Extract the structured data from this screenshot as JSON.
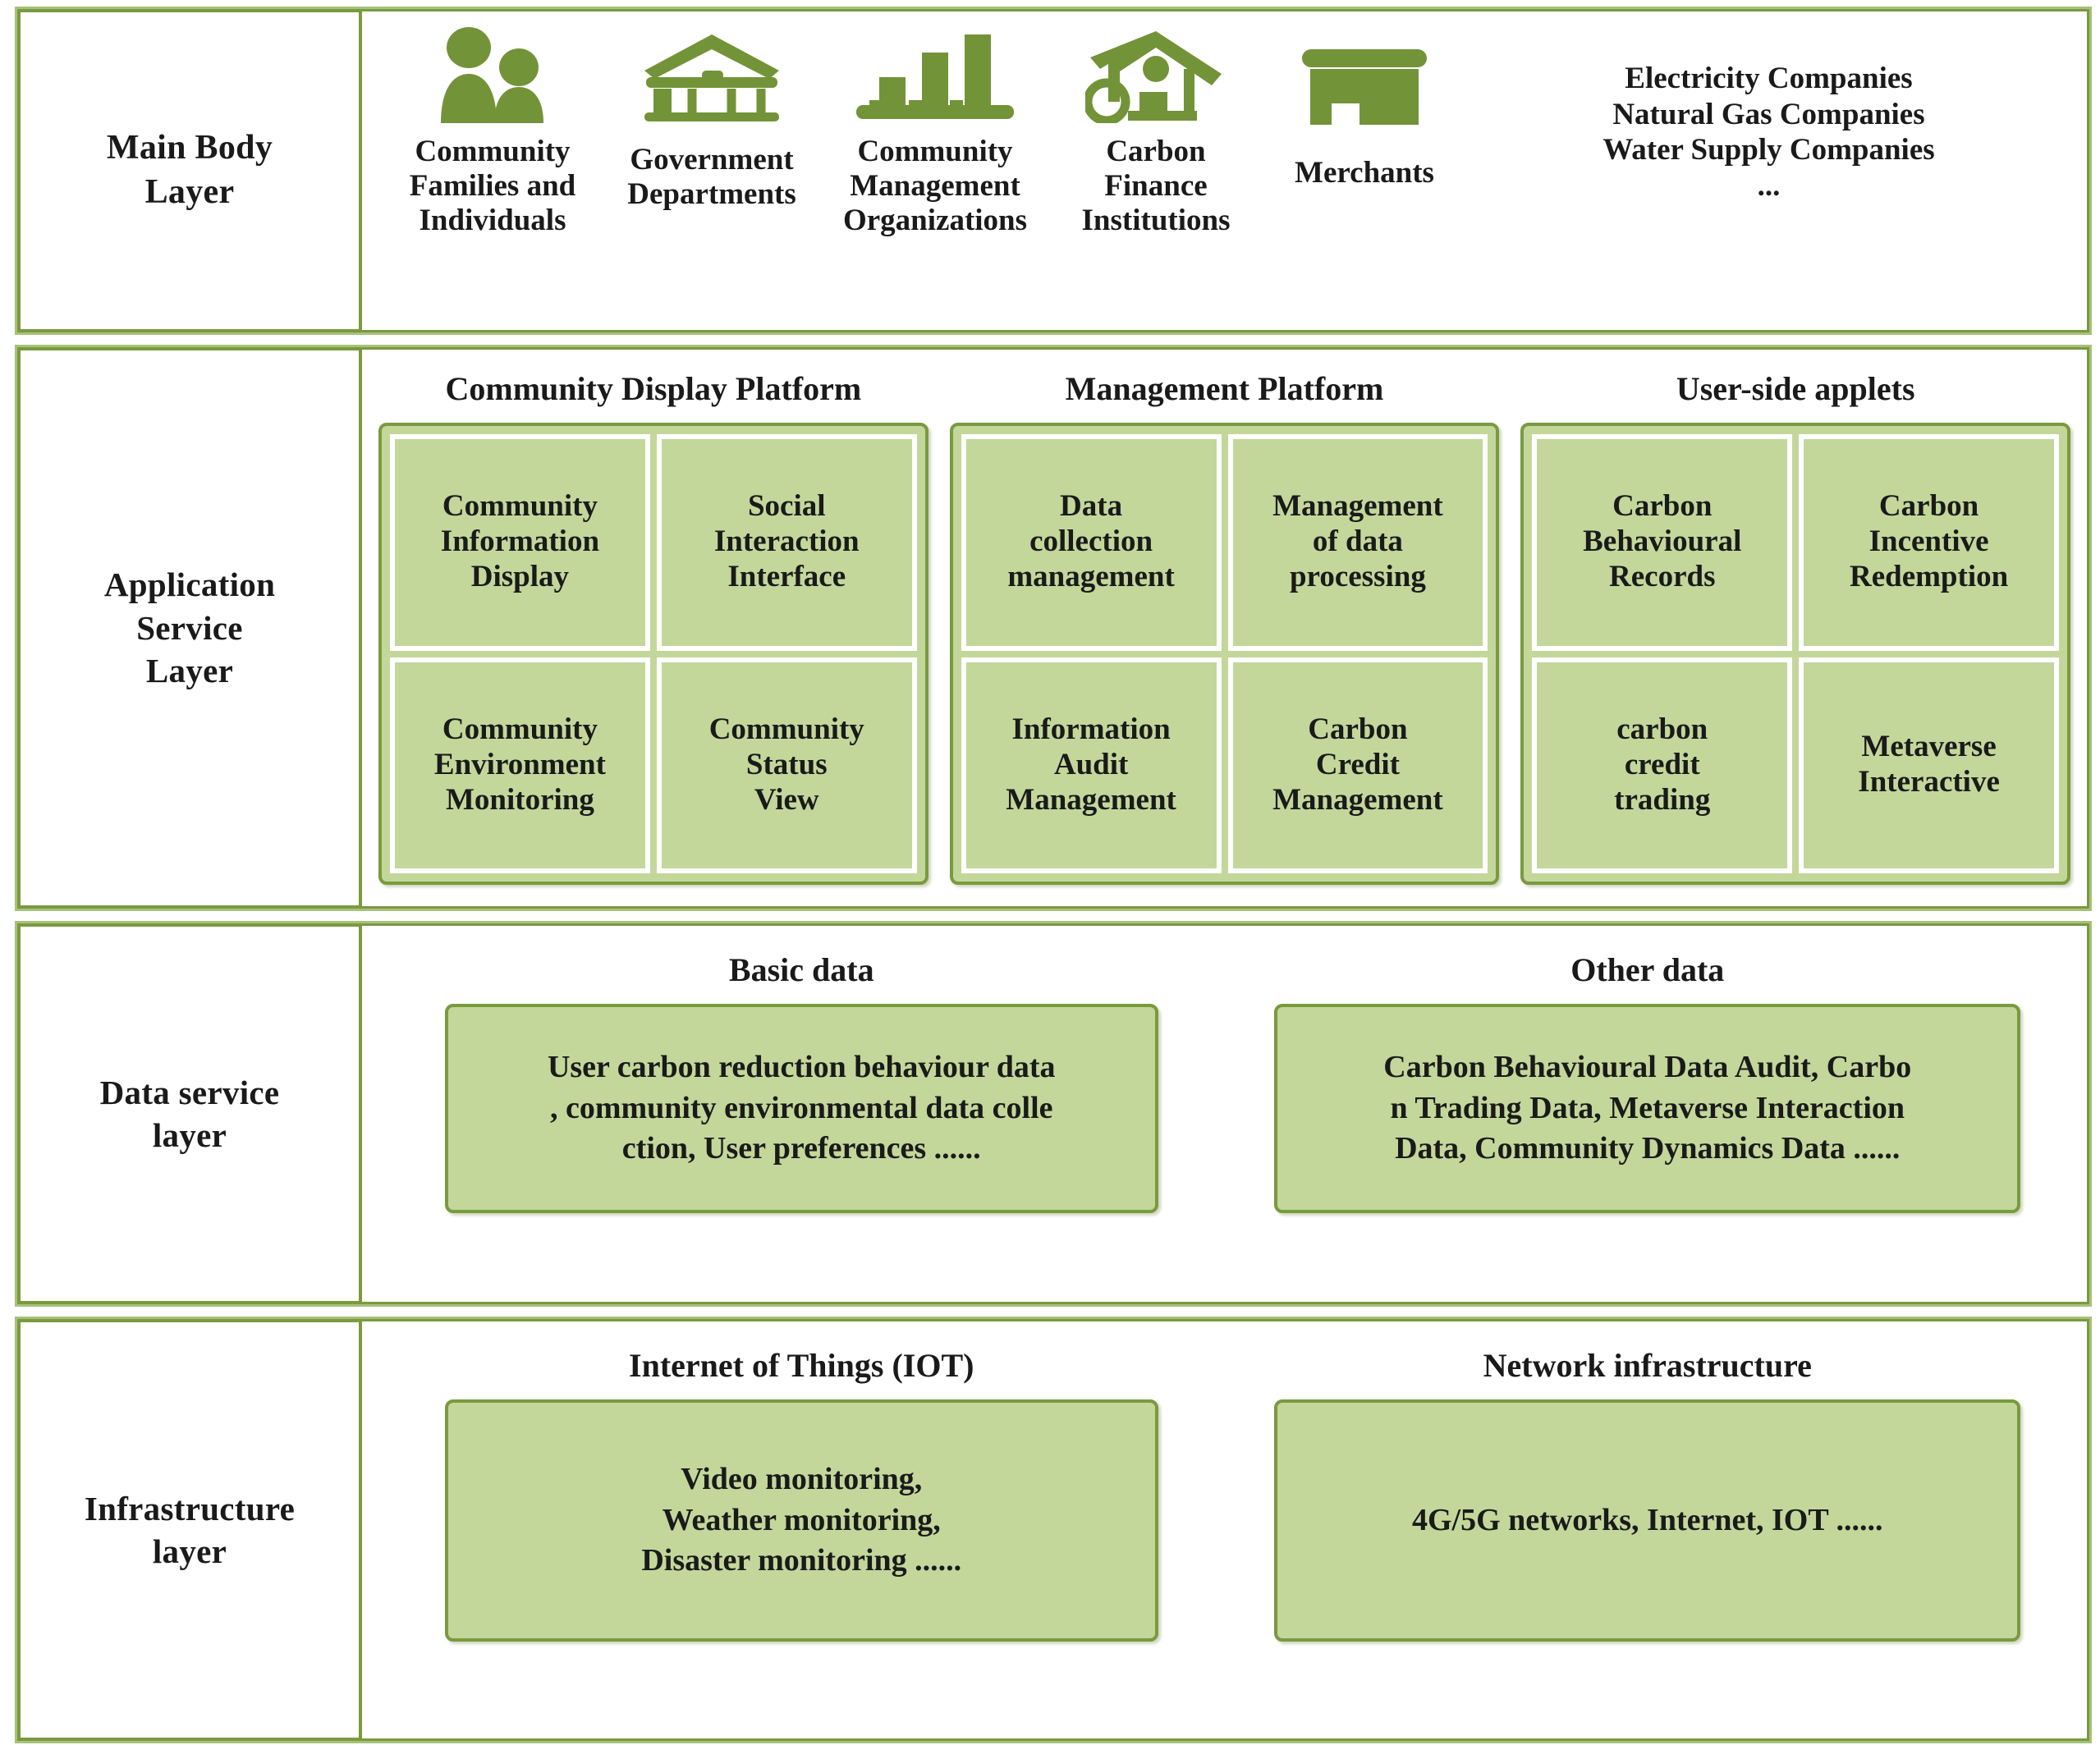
{
  "layers": {
    "main_body": {
      "label": "Main Body\nLayer",
      "actors": [
        {
          "icon": "family-people-icon",
          "caption": "Community\nFamilies and\nIndividuals"
        },
        {
          "icon": "government-building-icon",
          "caption": "Government\nDepartments"
        },
        {
          "icon": "bar-chart-icon",
          "caption": "Community\nManagement\nOrganizations"
        },
        {
          "icon": "eco-house-icon",
          "caption": "Carbon\nFinance\nInstitutions"
        },
        {
          "icon": "shop-store-icon",
          "caption": "Merchants"
        },
        {
          "icon": "none",
          "caption": "Electricity Companies\nNatural Gas Companies\nWater Supply Companies\n..."
        }
      ]
    },
    "application_service": {
      "label": "Application\nService\nLayer",
      "platforms": [
        {
          "title": "Community Display Platform",
          "cells": [
            "Community\nInformation\nDisplay",
            "Social\nInteraction\nInterface",
            "Community\nEnvironment\nMonitoring",
            "Community\nStatus\nView"
          ]
        },
        {
          "title": "Management Platform",
          "cells": [
            "Data\ncollection\nmanagement",
            "Management\nof data\nprocessing",
            "Information\nAudit\nManagement",
            "Carbon\nCredit\nManagement"
          ]
        },
        {
          "title": "User-side applets",
          "cells": [
            "Carbon\nBehavioural\nRecords",
            "Carbon\nIncentive\nRedemption",
            "carbon\ncredit\ntrading",
            "Metaverse\nInteractive"
          ]
        }
      ]
    },
    "data_service": {
      "label": "Data service\nlayer",
      "groups": [
        {
          "title": "Basic data",
          "content": "User carbon reduction behaviour data\n, community environmental data colle\nction, User preferences ......"
        },
        {
          "title": "Other data",
          "content": "Carbon Behavioural Data Audit, Carbo\nn Trading Data, Metaverse Interaction\nData, Community Dynamics Data ......"
        }
      ]
    },
    "infrastructure": {
      "label": "Infrastructure\nlayer",
      "groups": [
        {
          "title": "Internet of Things (IOT)",
          "content": "Video monitoring,\nWeather monitoring,\nDisaster monitoring ......"
        },
        {
          "title": "Network infrastructure",
          "content": "4G/5G networks, Internet, IOT ......"
        }
      ]
    }
  },
  "colors": {
    "icon_green": "#739338",
    "box_fill": "#c3d79a",
    "box_border": "#7a9a3e",
    "frame_light": "#a8c17a",
    "text": "#1a1a1a"
  }
}
